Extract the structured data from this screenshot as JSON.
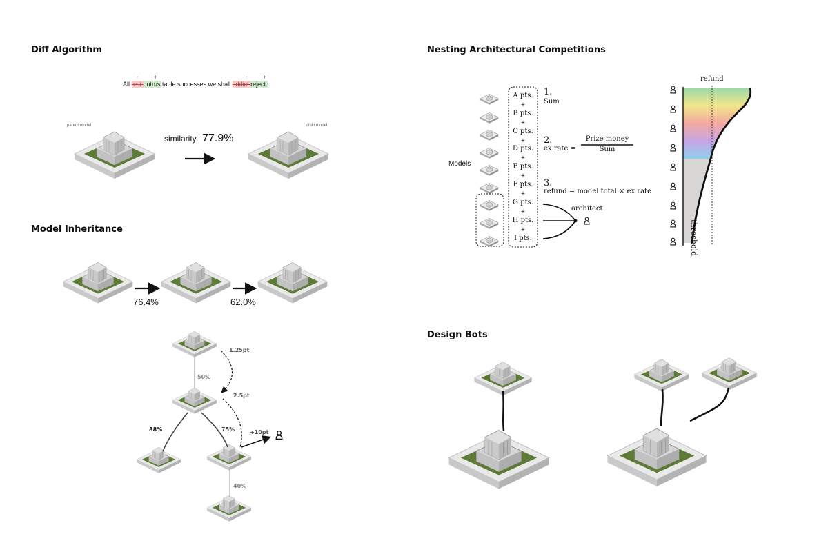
{
  "diff": {
    "title": "Diff Algorithm",
    "sentence": {
      "w1": "All ",
      "del1": "test ",
      "ins1": "untrus",
      "mid": " table successes we shall ",
      "del2": "addict ",
      "ins2": "reject."
    },
    "minus": "-",
    "plus": "+",
    "parent_label": "parent model",
    "child_label": "child model",
    "similarity_label": "similarity",
    "similarity_value": "77.9%"
  },
  "inheritance": {
    "title": "Model Inheritance",
    "step1": "76.4%",
    "step2": "62.0%",
    "tree": {
      "root_to_mid": "50%",
      "left_branch": "88%",
      "right_branch": "75%",
      "bottom_branch": "40%",
      "reward1": "1.25pt",
      "reward2": "2.5pt",
      "reward3": "+10pt"
    }
  },
  "nesting": {
    "title": "Nesting Architectural Competitions",
    "models_label": "Models",
    "points": [
      "A pts.",
      "B pts.",
      "C pts.",
      "D pts.",
      "E pts.",
      "F pts.",
      "G pts.",
      "H pts.",
      "I pts."
    ],
    "plus": "+",
    "step1_num": "1.",
    "step1_text": "Sum",
    "step2_num": "2.",
    "step2_text": "ex rate =",
    "step2_numerator": "Prize money",
    "step2_denominator": "Sum",
    "step3_num": "3.",
    "step3_text": "refund = model total × ex rate",
    "architect_label": "architect",
    "refund_label": "refund",
    "threshold_label": "threshold"
  },
  "bots": {
    "title": "Design Bots"
  }
}
